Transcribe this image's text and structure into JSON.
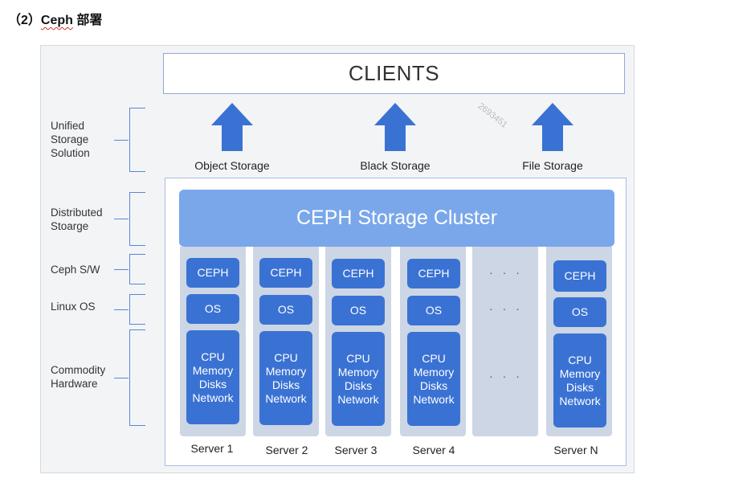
{
  "heading": {
    "prefix": "（2）",
    "ceph": "Ceph",
    "suffix": " 部署"
  },
  "clients": "CLIENTS",
  "watermark": "2693451",
  "storage_types": [
    "Object Storage",
    "Black Storage",
    "File Storage"
  ],
  "cluster_title": "CEPH Storage Cluster",
  "layers": [
    {
      "label": "Unified\nStorage\nSolution"
    },
    {
      "label": "Distributed\nStoarge"
    },
    {
      "label": "Ceph S/W"
    },
    {
      "label": "Linux OS"
    },
    {
      "label": "Commodity\nHardware"
    }
  ],
  "servers": [
    {
      "name": "Server 1",
      "ceph": "CEPH",
      "os": "OS",
      "hw": "CPU\nMemory\nDisks\nNetwork"
    },
    {
      "name": "Server 2",
      "ceph": "CEPH",
      "os": "OS",
      "hw": "CPU\nMemory\nDisks\nNetwork"
    },
    {
      "name": "Server 3",
      "ceph": "CEPH",
      "os": "OS",
      "hw": "CPU\nMemory\nDisks\nNetwork"
    },
    {
      "name": "Server 4",
      "ceph": "CEPH",
      "os": "OS",
      "hw": "CPU\nMemory\nDisks\nNetwork"
    },
    {
      "name": "Server N",
      "ceph": "CEPH",
      "os": "OS",
      "hw": "CPU\nMemory\nDisks\nNetwork"
    }
  ],
  "ellipsis": "· · ·",
  "colors": {
    "accent": "#3a72d4",
    "cluster": "#7aa7ea",
    "column": "#cdd6e4"
  }
}
